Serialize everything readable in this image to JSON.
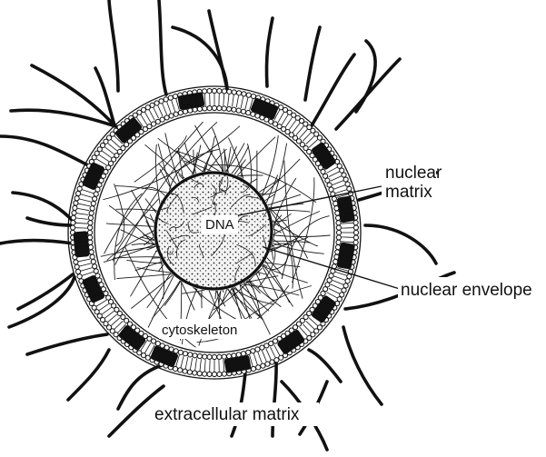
{
  "labels": {
    "nuclear_matrix_line1": "nuclear",
    "nuclear_matrix_line2": "matrix",
    "nuclear_envelope": "nuclear envelope",
    "dna": "DNA",
    "cytoskeleton": "cytoskeleton",
    "extracellular_matrix": "extracellular matrix"
  },
  "colors": {
    "ink": "#111111",
    "background": "#ffffff",
    "label_box": "#ffffff"
  }
}
